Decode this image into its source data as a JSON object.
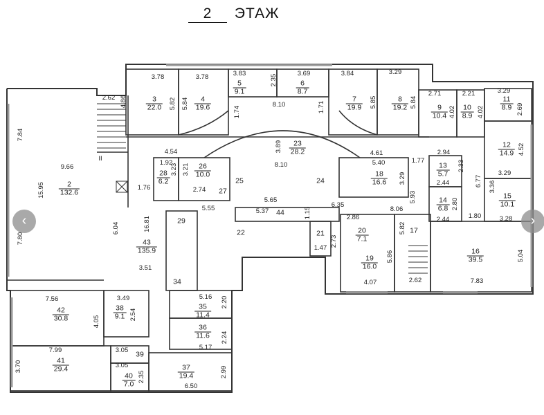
{
  "title": {
    "number": "2",
    "label": "ЭТАЖ"
  },
  "stair_label": "II",
  "nav": {
    "prev": "‹",
    "next": "›"
  },
  "rooms": [
    {
      "number": "2",
      "area": "132.6"
    },
    {
      "number": "3",
      "area": "22.0"
    },
    {
      "number": "4",
      "area": "19.6"
    },
    {
      "number": "5",
      "area": "9.1"
    },
    {
      "number": "6",
      "area": "8.7"
    },
    {
      "number": "7",
      "area": "19.9"
    },
    {
      "number": "8",
      "area": "19.2"
    },
    {
      "number": "9",
      "area": "10.4"
    },
    {
      "number": "10",
      "area": "8.9"
    },
    {
      "number": "11",
      "area": "8.9"
    },
    {
      "number": "12",
      "area": "14.9"
    },
    {
      "number": "13",
      "area": "5.7"
    },
    {
      "number": "14",
      "area": "6.8"
    },
    {
      "number": "15",
      "area": "10.1"
    },
    {
      "number": "16",
      "area": "39.5"
    },
    {
      "number": "17",
      "area": ""
    },
    {
      "number": "18",
      "area": "16.6"
    },
    {
      "number": "19",
      "area": "16.0"
    },
    {
      "number": "20",
      "area": "7.1"
    },
    {
      "number": "21",
      "area": ""
    },
    {
      "number": "22",
      "area": ""
    },
    {
      "number": "23",
      "area": "28.2"
    },
    {
      "number": "24",
      "area": ""
    },
    {
      "number": "25",
      "area": ""
    },
    {
      "number": "26",
      "area": "10.0"
    },
    {
      "number": "27",
      "area": ""
    },
    {
      "number": "28",
      "area": "6.2"
    },
    {
      "number": "29",
      "area": ""
    },
    {
      "number": "34",
      "area": ""
    },
    {
      "number": "35",
      "area": "11.4"
    },
    {
      "number": "36",
      "area": "11.6"
    },
    {
      "number": "37",
      "area": "19.4"
    },
    {
      "number": "38",
      "area": "9.1"
    },
    {
      "number": "39",
      "area": ""
    },
    {
      "number": "40",
      "area": "7.0"
    },
    {
      "number": "41",
      "area": "29.4"
    },
    {
      "number": "42",
      "area": "30.8"
    },
    {
      "number": "43",
      "area": "135.9"
    },
    {
      "number": "44",
      "area": ""
    }
  ],
  "dimensions": [
    "3.78",
    "3.78",
    "3.83",
    "3.69",
    "3.84",
    "3.29",
    "2.71",
    "2.21",
    "3.29",
    "2.62",
    "8.10",
    "9.66",
    "4.54",
    "1.92",
    "2.74",
    "1.76",
    "8.10",
    "4.61",
    "5.40",
    "2.94",
    "1.77",
    "3.29",
    "2.44",
    "2.44",
    "1.80",
    "3.28",
    "5.65",
    "5.55",
    "5.37",
    "6.35",
    "8.06",
    "2.86",
    "1.47",
    "4.07",
    "2.62",
    "7.83",
    "3.51",
    "7.56",
    "3.49",
    "5.16",
    "5.17",
    "7.99",
    "3.05",
    "3.05",
    "6.50",
    "4.86",
    "7.84",
    "5.82",
    "5.84",
    "2.35",
    "1.74",
    "5.85",
    "5.84",
    "1.71",
    "4.02",
    "4.02",
    "2.69",
    "4.52",
    "3.23",
    "3.21",
    "15.95",
    "3.29",
    "5.93",
    "6.77",
    "3.36",
    "2.33",
    "2.80",
    "1.15",
    "6.04",
    "16.81",
    "7.80",
    "2.73",
    "5.82",
    "5.86",
    "5.04",
    "4.05",
    "2.54",
    "2.20",
    "2.24",
    "3.70",
    "2.35",
    "2.99",
    "3.89"
  ]
}
